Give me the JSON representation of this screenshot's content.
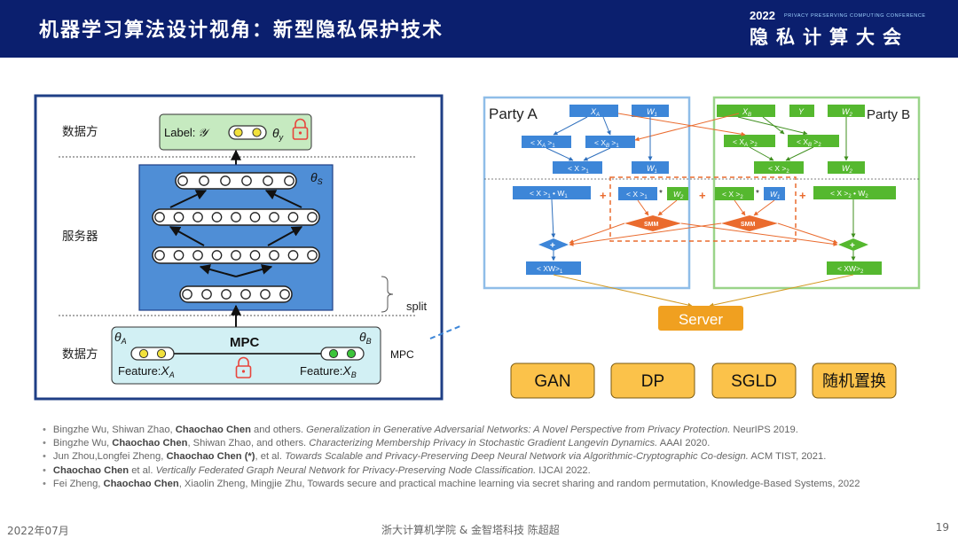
{
  "header": {
    "title": "机器学习算法设计视角：新型隐私保护技术",
    "conference_year": "2022",
    "conference_subtitle": "PRIVACY PRESERVING COMPUTING CONFERENCE",
    "conference_name": "隐私计算大会"
  },
  "left_diagram": {
    "data_party_top": "数据方",
    "server_label": "服务器",
    "data_party_bottom": "数据方",
    "label_box": "Label:",
    "label_var": "𝒴",
    "theta_y": "θ",
    "theta_y_sub": "y",
    "theta_s": "θ",
    "theta_s_sub": "S",
    "theta_a": "θ",
    "theta_a_sub": "A",
    "theta_b": "θ",
    "theta_b_sub": "B",
    "mpc_center": "MPC",
    "mpc_side": "MPC",
    "split": "split",
    "feature_a": "Feature:",
    "feature_a_var": "X",
    "feature_a_sub": "A",
    "feature_b": "Feature:",
    "feature_b_var": "X",
    "feature_b_sub": "B"
  },
  "right_diagram": {
    "party_a": "Party A",
    "party_b": "Party B",
    "xa": "X",
    "xa_sub": "A",
    "w1": "W",
    "w1_sub": "1",
    "xb": "X",
    "xb_sub": "B",
    "y": "Y",
    "w2": "W",
    "w2_sub": "2",
    "xa1": "< X",
    "xa1_sub": "A",
    "xa1_tail": " >",
    "xa1_idx": "1",
    "xb1": "< X",
    "xb1_sub": "B",
    "xb1_tail": " >",
    "xb1_idx": "1",
    "xa2": "< X",
    "xa2_sub": "A",
    "xa2_tail": " >",
    "xa2_idx": "2",
    "xb2": "< X",
    "xb2_sub": "B",
    "xb2_tail": " >",
    "xb2_idx": "2",
    "x1": "< X >",
    "x1_idx": "1",
    "x2": "< X >",
    "x2_idx": "2",
    "x1w1": "< X >",
    "x1w1_idx": "1",
    "x1w1_tail": " • W",
    "x1w1_w": "1",
    "x2w2": "< X >",
    "x2w2_idx": "2",
    "x2w2_tail": " • W",
    "x2w2_w": "2",
    "plus": "+",
    "star": "*",
    "smm": "SMM",
    "xw1": "< XW>",
    "xw1_idx": "1",
    "xw2": "< XW>",
    "xw2_idx": "2",
    "server": "Server",
    "buttons": [
      "GAN",
      "DP",
      "SGLD",
      "随机置换"
    ]
  },
  "references": [
    {
      "authors": "Bingzhe Wu, Shiwan Zhao, ",
      "bold": "Chaochao Chen",
      "rest": " and others. ",
      "title": "Generalization in Generative Adversarial Networks: A Novel Perspective from Privacy Protection.",
      "venue": " NeurIPS 2019."
    },
    {
      "authors": "Bingzhe Wu, ",
      "bold": "Chaochao Chen",
      "rest": ", Shiwan Zhao, and others. ",
      "title": "Characterizing Membership Privacy in Stochastic Gradient Langevin Dynamics.",
      "venue": " AAAI 2020."
    },
    {
      "authors": "Jun Zhou,Longfei Zheng, ",
      "bold": "Chaochao Chen (*)",
      "rest": ", et al. ",
      "title": "Towards Scalable and Privacy-Preserving Deep Neural Network via Algorithmic-Cryptographic Co-design.",
      "venue": " ACM TIST, 2021."
    },
    {
      "authors": "",
      "bold": "Chaochao Chen",
      "rest": " et al. ",
      "title": "Vertically Federated Graph Neural Network for Privacy-Preserving Node Classification.",
      "venue": " IJCAI 2022."
    },
    {
      "authors": "Fei Zheng, ",
      "bold": "Chaochao Chen",
      "rest": ", Xiaolin Zheng, Mingjie Zhu, Towards secure and practical machine learning via secret sharing and random permutation, Knowledge-Based Systems, 2022",
      "title": "",
      "venue": ""
    }
  ],
  "footer": {
    "date": "2022年07月",
    "center": "浙大计算机学院 & 金智塔科技 陈超超",
    "page": "19"
  },
  "colors": {
    "header_bg": "#0b1f6e",
    "server_layer": "#4f8ed6",
    "label_box": "#c6eac0",
    "feature_box": "#d2f0f4",
    "party_a_border": "#8fbde8",
    "party_b_border": "#9ad489",
    "blue_node": "#3d86d8",
    "green_node": "#55b82f",
    "server_orange": "#f0a020",
    "button_fill": "#fbc24a",
    "smm": "#ea6b2e",
    "lock": "#e8453c"
  }
}
